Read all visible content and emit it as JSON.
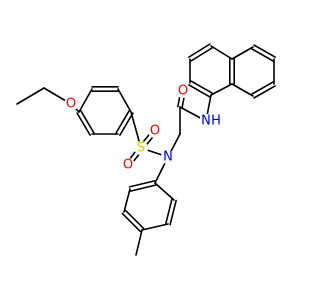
{
  "colors": {
    "carbon_bond": "#000000",
    "O": "#ff0000",
    "N": "#0000ff",
    "S": "#cccc00",
    "background": "#ffffff"
  },
  "atoms": [
    {
      "id": "O_amide",
      "label": "O"
    },
    {
      "id": "N_amide",
      "label": "N",
      "sub": "H"
    },
    {
      "id": "O_ether",
      "label": "O"
    },
    {
      "id": "S",
      "label": "S"
    },
    {
      "id": "O_s1",
      "label": "O"
    },
    {
      "id": "O_s2",
      "label": "O"
    },
    {
      "id": "N_sulfonamide",
      "label": "N"
    }
  ]
}
